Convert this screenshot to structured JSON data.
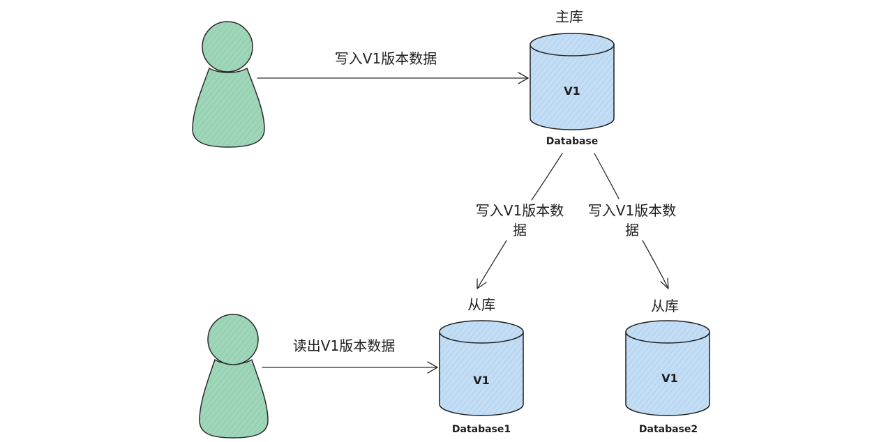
{
  "actors": [
    {
      "id": "writer"
    },
    {
      "id": "reader"
    }
  ],
  "databases": [
    {
      "id": "master",
      "role": "主库",
      "version": "V1",
      "name": "Database"
    },
    {
      "id": "replica1",
      "role": "从库",
      "version": "V1",
      "name": "Database1"
    },
    {
      "id": "replica2",
      "role": "从库",
      "version": "V1",
      "name": "Database2"
    }
  ],
  "edges": [
    {
      "id": "write",
      "from": "writer",
      "to": "master",
      "label_lines": [
        "写入V1版本数据"
      ]
    },
    {
      "id": "sync1",
      "from": "master",
      "to": "replica1",
      "label_lines": [
        "写入V1版本数",
        "据"
      ]
    },
    {
      "id": "sync2",
      "from": "master",
      "to": "replica2",
      "label_lines": [
        "写入V1版本数",
        "据"
      ]
    },
    {
      "id": "read",
      "from": "reader",
      "to": "replica1",
      "label_lines": [
        "读出V1版本数据"
      ]
    }
  ],
  "colors": {
    "person_fill": "#9fd6b9",
    "database_fill": "#b9d7f1",
    "stroke": "#1e1e1e"
  }
}
